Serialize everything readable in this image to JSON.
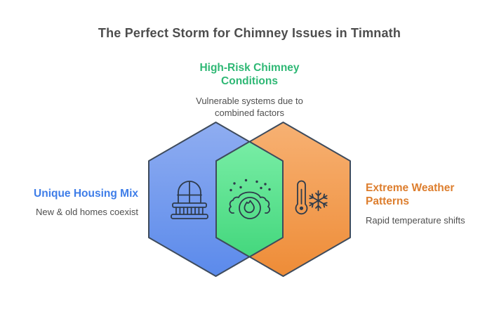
{
  "title": "The Perfect Storm for Chimney Issues in Timnath",
  "center": {
    "heading_lines": [
      "High-Risk Chimney",
      "Conditions"
    ],
    "subtitle_lines": [
      "Vulnerable systems due to",
      "combined factors"
    ],
    "icon": "smoke-fire-icon"
  },
  "left": {
    "heading": "Unique Housing Mix",
    "subtitle": "New & old homes coexist",
    "icon": "balcony-icon"
  },
  "right": {
    "heading_lines": [
      "Extreme Weather",
      "Patterns"
    ],
    "subtitle": "Rapid temperature shifts",
    "icon": "thermometer-snowflake-icon"
  },
  "colors": {
    "title_text": "#4d4d4d",
    "body_text": "#4f4f4f",
    "green_heading": "#2fb875",
    "blue_heading": "#3e7de8",
    "orange_heading": "#dd7e2e",
    "outline": "#3e4b5c",
    "icon_stroke": "#2e3b4b",
    "blue_fill_top": "#8fadf1",
    "blue_fill_bottom": "#5b8aeb",
    "orange_fill_top": "#f7b173",
    "orange_fill_bottom": "#ee8c37",
    "green_fill_top": "#78eda5",
    "green_fill_bottom": "#44d77d"
  }
}
